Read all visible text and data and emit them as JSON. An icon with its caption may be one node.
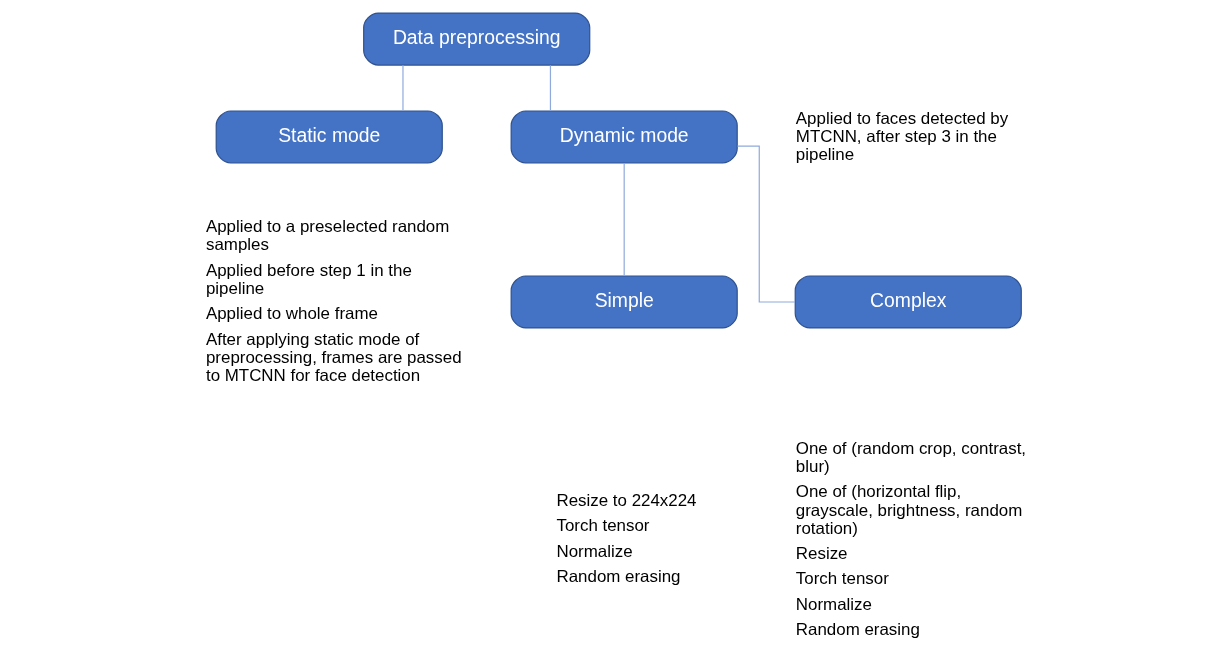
{
  "diagram": {
    "nodes": [
      {
        "text": [
          "Data preprocessing"
        ]
      },
      {
        "text": [
          "Static mode"
        ],
        "beside": [
          "Applied to a preselected random samples",
          "Applied before step 1 in the pipeline",
          "Applied to whole frame",
          "After applying static mode of preprocessing, frames are passed to MTCNN for face detection"
        ]
      },
      {
        "text": [
          "Dynamic mode"
        ],
        "beside": [
          "Applied to faces detected by MTCNN, after step 3 in the pipeline"
        ]
      },
      {
        "text": [
          "Simple"
        ],
        "beside": [
          "Resize to 224x224",
          "Torch tensor",
          "Normalize",
          "Random erasing"
        ]
      },
      {
        "text": [
          "Complex"
        ],
        "beside": [
          "One of (random crop, contrast, blur)",
          "One of (horizontal flip, grayscale, brightness, random rotation)",
          "Resize",
          "Torch tensor",
          "Normalize",
          "Random erasing"
        ]
      }
    ],
    "edges": [
      {
        "from": 0,
        "to": 1,
        "arrow": "none"
      },
      {
        "from": 0,
        "to": 2,
        "arrow": "none"
      },
      {
        "from": 2,
        "to": 3,
        "arrow": "none"
      },
      {
        "from": 2,
        "to": 4,
        "arrow": "none"
      }
    ]
  }
}
